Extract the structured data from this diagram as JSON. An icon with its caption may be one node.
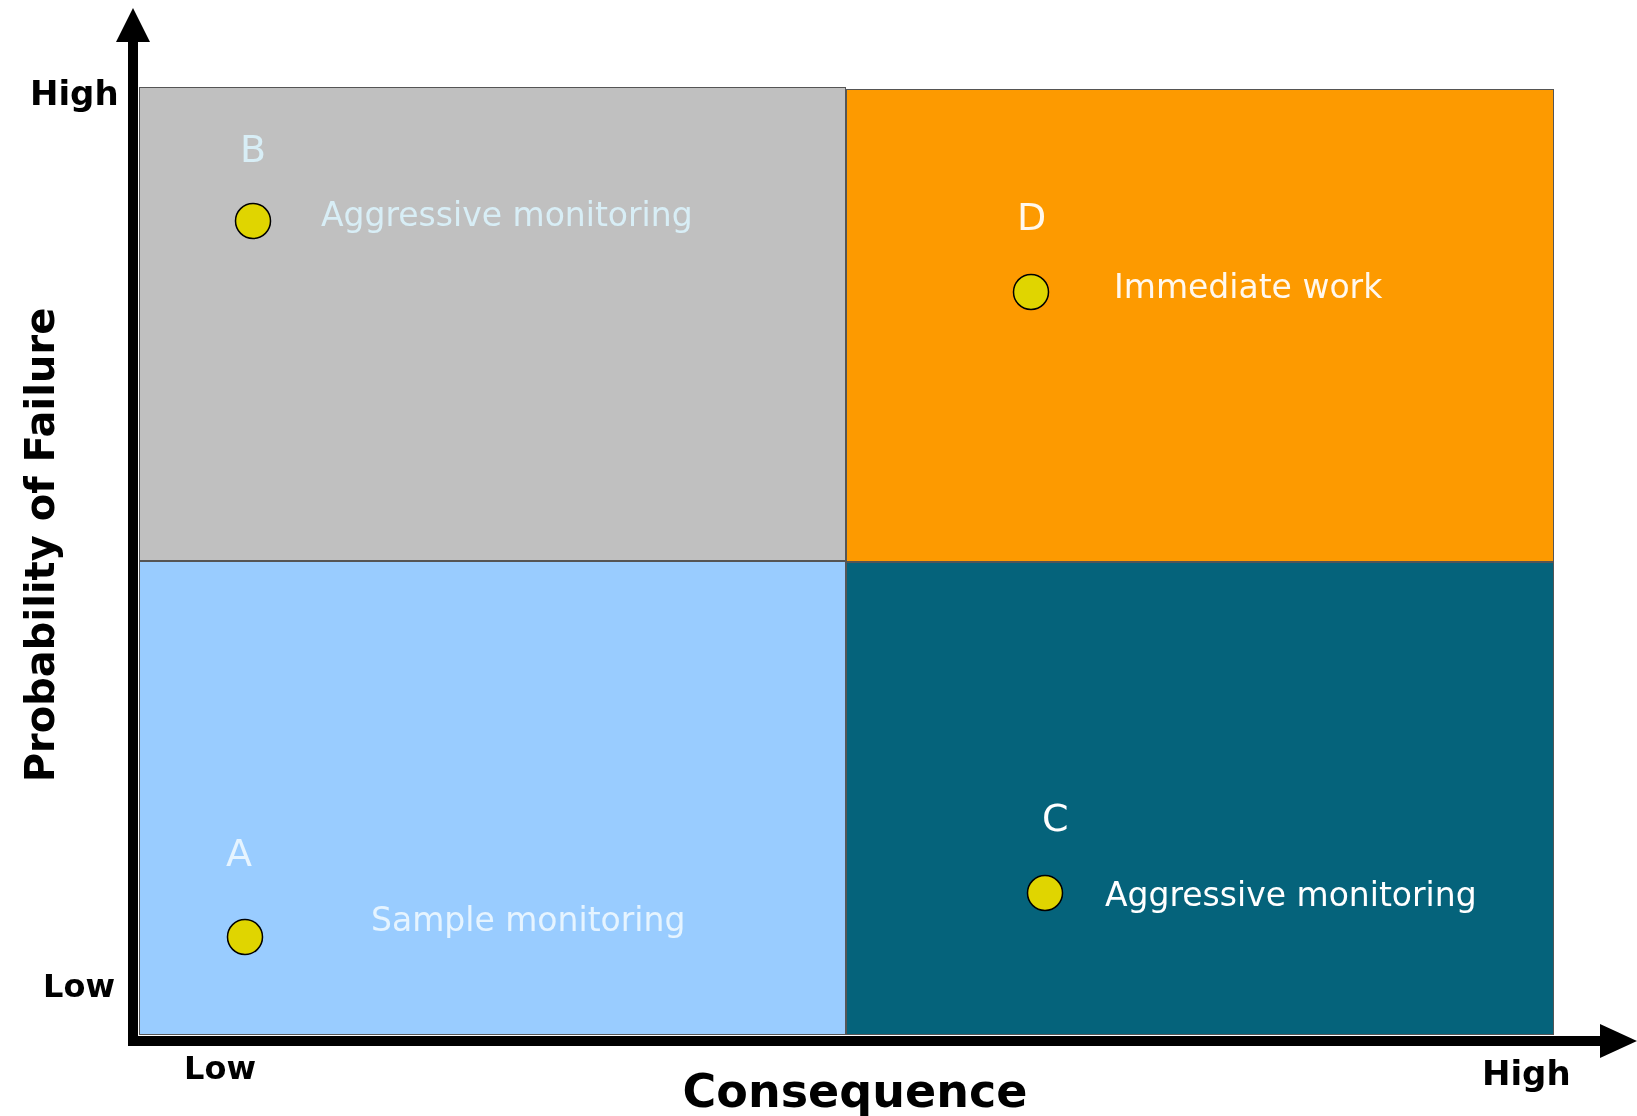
{
  "diagram": {
    "nodes": [
      {
        "text": [
          "B",
          "Aggressive monitoring"
        ]
      },
      {
        "text": [
          "D",
          "Immediate work"
        ]
      },
      {
        "text": [
          "A",
          "Sample monitoring"
        ]
      },
      {
        "text": [
          "C",
          "Aggressive monitoring"
        ]
      }
    ],
    "labels": [
      "High",
      "Probability of Failure",
      "Low",
      "Low",
      "Consequence",
      "High"
    ]
  }
}
